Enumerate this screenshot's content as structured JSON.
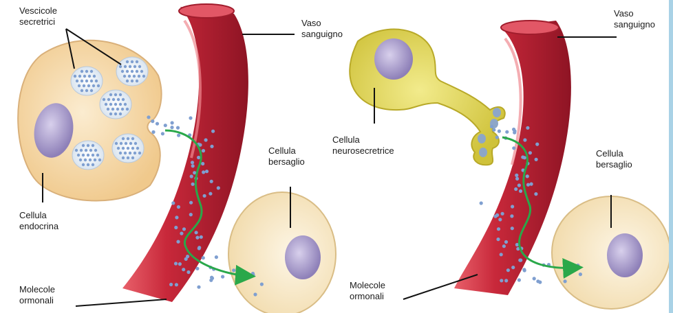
{
  "left_panel": {
    "label_vesicles": [
      "Vescicole",
      "secretrici"
    ],
    "label_vessel": [
      "Vaso",
      "sanguigno"
    ],
    "label_cell": [
      "Cellula",
      "endocrina"
    ],
    "label_target": [
      "Cellula",
      "bersaglio"
    ],
    "label_molecules": [
      "Molecole",
      "ormonali"
    ]
  },
  "right_panel": {
    "label_vessel": [
      "Vaso",
      "sanguigno"
    ],
    "label_cell": [
      "Cellula",
      "neurosecretrice"
    ],
    "label_target": [
      "Cellula",
      "bersaglio"
    ],
    "label_molecules": [
      "Molecole",
      "ormonali"
    ]
  },
  "colors": {
    "vessel_red": "#c8283a",
    "vessel_dark": "#8e1424",
    "vessel_light": "#e8606a",
    "endocrine_cell": "#f6ddb0",
    "neuro_cell": "#e4d85a",
    "nucleus": "#a89ac8",
    "hormone_dot": "#7f9fd0",
    "arrow_green": "#2aa84a",
    "target_cell": "#f8ecd0"
  }
}
